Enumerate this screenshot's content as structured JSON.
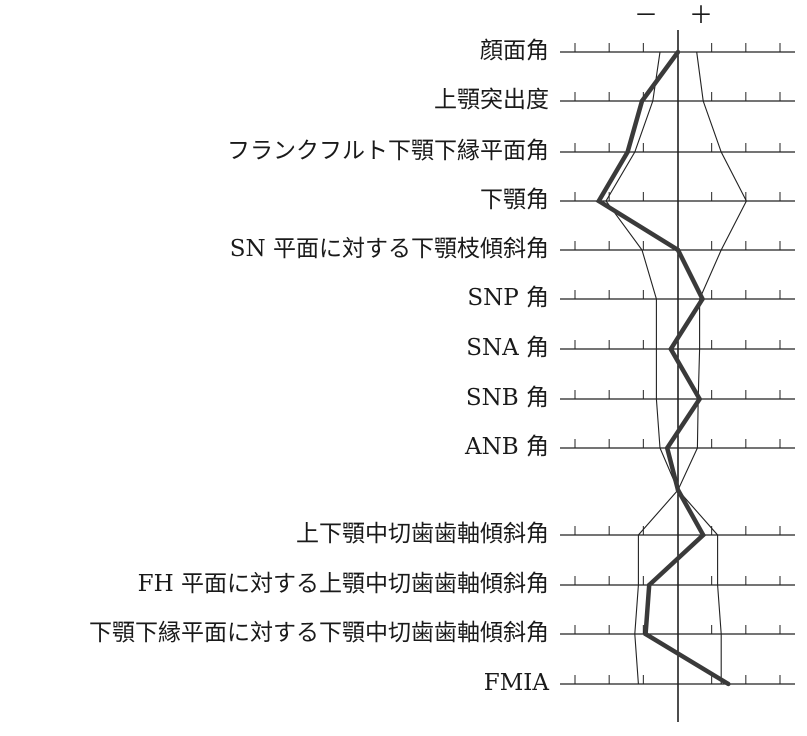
{
  "chart_data": {
    "type": "line",
    "title": "",
    "xlabel": "",
    "ylabel": "",
    "signs": {
      "minus": "－",
      "plus": "＋"
    },
    "rows": [
      {
        "label": "顔面角",
        "patient": 0.0,
        "upper": 0.26,
        "lower": -0.25,
        "ticks": 6
      },
      {
        "label": "上顎突出度",
        "patient": -0.5,
        "upper": 0.35,
        "lower": -0.35,
        "ticks": 6
      },
      {
        "label": "フランクフルト下顎下縁平面角",
        "patient": -0.7,
        "upper": 0.6,
        "lower": -0.6,
        "ticks": 6
      },
      {
        "label": "下顎角",
        "patient": -1.1,
        "upper": 0.95,
        "lower": -1.0,
        "ticks": 6
      },
      {
        "label": "SN 平面に対する下顎枝傾斜角",
        "patient": 0.0,
        "upper": 0.6,
        "lower": -0.5,
        "ticks": 6
      },
      {
        "label": "SNP 角",
        "patient": 0.34,
        "upper": 0.3,
        "lower": -0.3,
        "ticks": 6
      },
      {
        "label": "SNA 角",
        "patient": -0.1,
        "upper": 0.3,
        "lower": -0.3,
        "ticks": 6
      },
      {
        "label": "SNB 角",
        "patient": 0.3,
        "upper": 0.28,
        "lower": -0.3,
        "ticks": 6
      },
      {
        "label": "ANB 角",
        "patient": -0.15,
        "upper": 0.27,
        "lower": -0.25,
        "ticks": 6
      },
      {
        "label": "",
        "patient": 0.0,
        "upper": 0.0,
        "lower": 0.0,
        "ticks": 0
      },
      {
        "label": "上下顎中切歯歯軸傾斜角",
        "patient": 0.35,
        "upper": 0.55,
        "lower": -0.55,
        "ticks": 6
      },
      {
        "label": "FH 平面に対する上顎中切歯歯軸傾斜角",
        "patient": -0.4,
        "upper": 0.55,
        "lower": -0.55,
        "ticks": 6
      },
      {
        "label": "下顎下縁平面に対する下顎中切歯歯軸傾斜角",
        "patient": -0.45,
        "upper": 0.6,
        "lower": -0.6,
        "ticks": 6
      },
      {
        "label": "FMIA",
        "patient": 0.7,
        "upper": 0.6,
        "lower": -0.55,
        "ticks": 6
      }
    ],
    "colors": {
      "ink": "#222222",
      "patient": "#3a3a3a"
    }
  }
}
